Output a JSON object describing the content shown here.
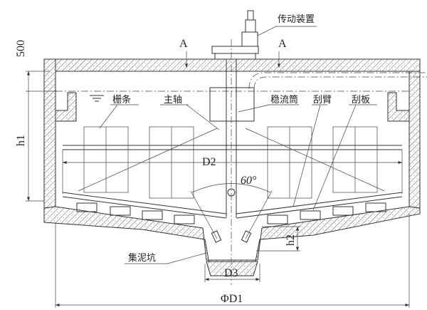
{
  "labels": {
    "drive": "传动装置",
    "section_a_left": "A",
    "section_a_right": "A",
    "grate_bars": "栅条",
    "main_shaft": "主轴",
    "stilling_well": "稳流筒",
    "scraper_arm": "刮臂",
    "scraper_blade": "刮板",
    "sludge_pit": "集泥坑"
  },
  "dimensions": {
    "freeboard": "500",
    "h1": "h1",
    "h2": "h2",
    "d1": "ΦD1",
    "d2": "D2",
    "d3": "D3",
    "angle": "60°"
  }
}
